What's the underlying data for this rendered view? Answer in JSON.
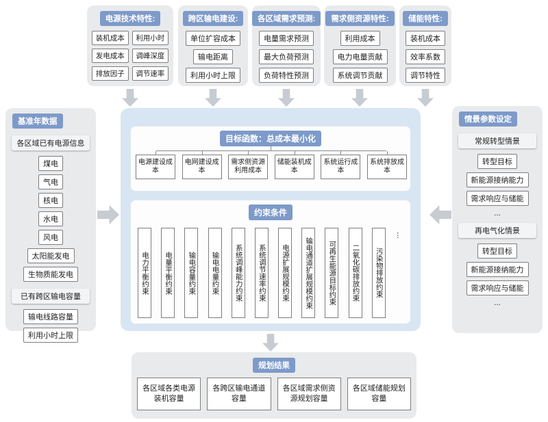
{
  "colors": {
    "header_blue": "#7d9ac9",
    "panel_grey": "#e9eaec",
    "center_blue": "#d8e5f3",
    "arrow_grey": "#c7ccd2"
  },
  "top_boxes": [
    {
      "title": "电源技术特性:",
      "items": [
        "装机成本",
        "利用小时",
        "发电成本",
        "调峰深度",
        "排放因子",
        "调节速率"
      ]
    },
    {
      "title": "跨区输电建设:",
      "items": [
        "单位扩容成本",
        "输电距离",
        "利用小时上限"
      ]
    },
    {
      "title": "各区域需求预测:",
      "items": [
        "电量需求预测",
        "最大负荷预测",
        "负荷特性预测"
      ]
    },
    {
      "title": "需求侧资源特性:",
      "items": [
        "利用成本",
        "电力电量贡献",
        "系统调节贡献"
      ]
    },
    {
      "title": "储能特性:",
      "items": [
        "装机成本",
        "效率系数",
        "调节特性"
      ]
    }
  ],
  "left_panel": {
    "title": "基准年数据",
    "sections": [
      {
        "heading": "各区域已有电源信息",
        "items": [
          "煤电",
          "气电",
          "核电",
          "水电",
          "风电",
          "太阳能发电",
          "生物质能发电"
        ]
      },
      {
        "heading": "已有跨区输电容量",
        "items": [
          "输电线路容量",
          "利用小时上限"
        ]
      }
    ]
  },
  "right_panel": {
    "title": "情景参数设定",
    "sections": [
      {
        "heading": "常规转型情景",
        "items": [
          "转型目标",
          "新能源接纳能力",
          "需求响应与储能"
        ],
        "more": "..."
      },
      {
        "heading": "再电气化情景",
        "items": [
          "转型目标",
          "新能源接纳能力",
          "需求响应与储能"
        ],
        "more": "..."
      }
    ]
  },
  "center": {
    "objective": {
      "title": "目标函数：总成本最小化",
      "items": [
        "电源建设成本",
        "电网建设成本",
        "需求侧资源利用成本",
        "储能装机成本",
        "系统运行成本",
        "系统排放成本"
      ]
    },
    "constraints": {
      "title": "约束条件",
      "items": [
        "电力平衡约束",
        "电量平衡约束",
        "输电容量约束",
        "输电电量约束",
        "系统调峰能力约束",
        "系统调节速率约束",
        "电源扩展规模约束",
        "输电通道扩展规模约束",
        "可再生能源目标约束",
        "二氧化碳排放约束",
        "污染物排放约束"
      ],
      "more": "..."
    }
  },
  "bottom_panel": {
    "title": "规划结果",
    "items": [
      "各区域各类电源装机容量",
      "各跨区输电通道容量",
      "各区域需求侧资源规划容量",
      "各区域储能规划容量"
    ]
  }
}
